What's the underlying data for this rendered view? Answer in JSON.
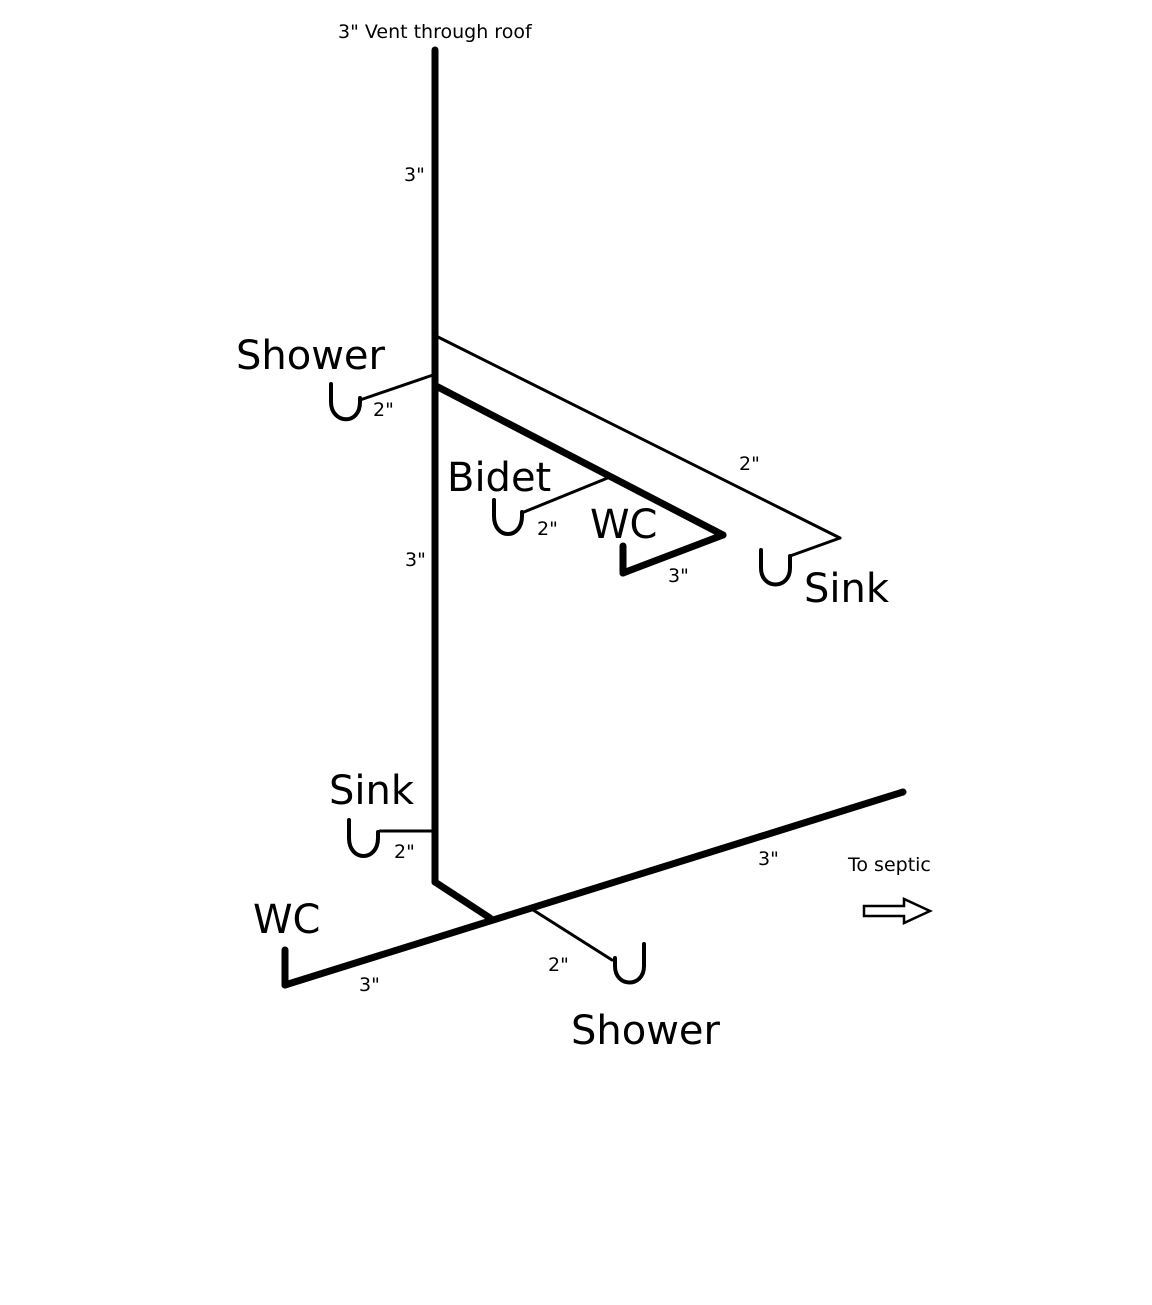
{
  "title": "3\" Vent through roof",
  "destination": "To septic",
  "colors": {
    "pipe": "#000000",
    "background": "#ffffff"
  },
  "fixtures": {
    "upper_shower": "Shower",
    "bidet": "Bidet",
    "upper_wc": "WC",
    "upper_sink": "Sink",
    "lower_sink": "Sink",
    "lower_wc": "WC",
    "lower_shower": "Shower"
  },
  "pipe_sizes": {
    "stack_top": "3\"",
    "stack_middle": "3\"",
    "upper_shower_branch": "2\"",
    "upper_sink_branch": "2\"",
    "bidet_branch": "2\"",
    "upper_wc_branch": "3\"",
    "lower_sink_branch": "2\"",
    "main_drain": "3\"",
    "lower_wc_branch": "3\"",
    "lower_shower_branch": "2\""
  },
  "icons": {
    "arrow": "arrow-right-icon"
  }
}
